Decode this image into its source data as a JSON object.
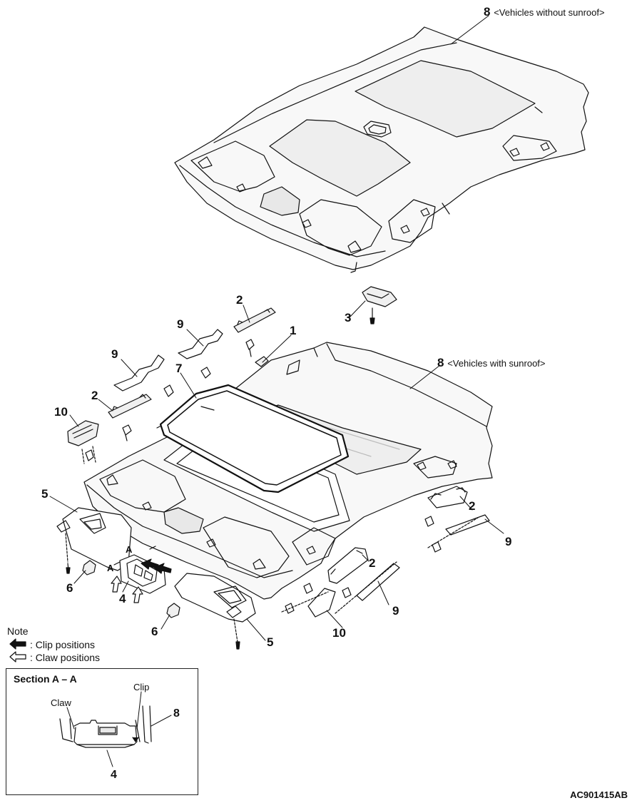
{
  "parts": {
    "headlining_without_sunroof": {
      "number": "8",
      "note": "<Vehicles without sunroof>"
    },
    "headlining_with_sunroof": {
      "number": "8",
      "note": "<Vehicles with sunroof>"
    },
    "item_1": "1",
    "item_2a": "2",
    "item_2b": "2",
    "item_2c": "2",
    "item_2d": "2",
    "item_3": "3",
    "item_4": "4",
    "item_5a": "5",
    "item_5b": "5",
    "item_6a": "6",
    "item_6b": "6",
    "item_7": "7",
    "item_9a": "9",
    "item_9b": "9",
    "item_9c": "9",
    "item_9d": "9",
    "item_10a": "10",
    "item_10b": "10",
    "section_marker_a1": "A",
    "section_marker_a2": "A"
  },
  "note": {
    "title": "Note",
    "clip_label": ": Clip positions",
    "claw_label": ": Claw positions"
  },
  "section": {
    "title": "Section A – A",
    "claw": "Claw",
    "clip": "Clip",
    "part_8": "8",
    "part_4": "4"
  },
  "figure_code": "AC901415AB"
}
